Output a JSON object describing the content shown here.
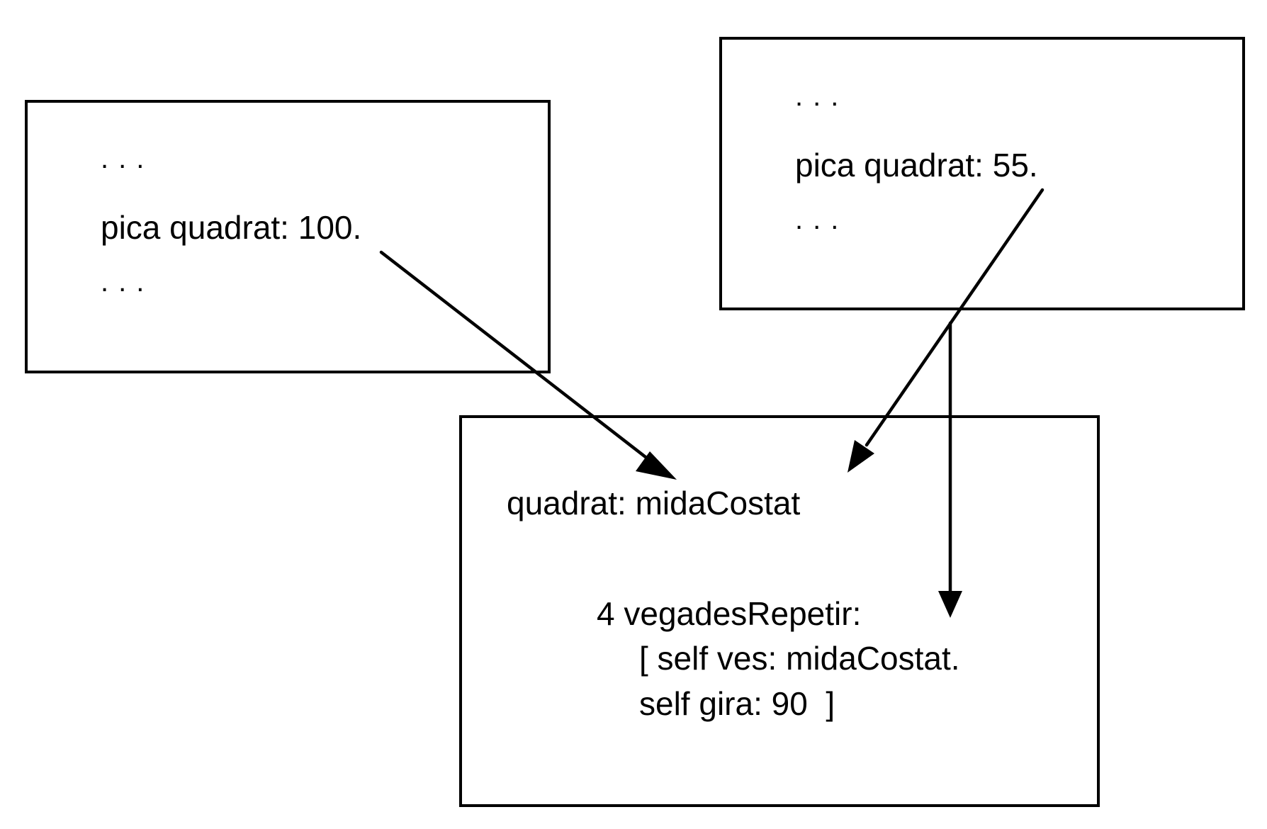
{
  "caller_box_1": {
    "line1": "...",
    "line2": "pica quadrat: 100.",
    "line3": "..."
  },
  "caller_box_2": {
    "line1": "...",
    "line2": "pica quadrat: 55.",
    "line3": "..."
  },
  "method_box": {
    "signature": "quadrat: midaCostat",
    "body_line1": "4 vegadesRepetir:",
    "body_line2": "[ self ves: midaCostat.",
    "body_line3": "self gira: 90  ]"
  },
  "colors": {
    "stroke": "#000000",
    "background": "#ffffff"
  }
}
